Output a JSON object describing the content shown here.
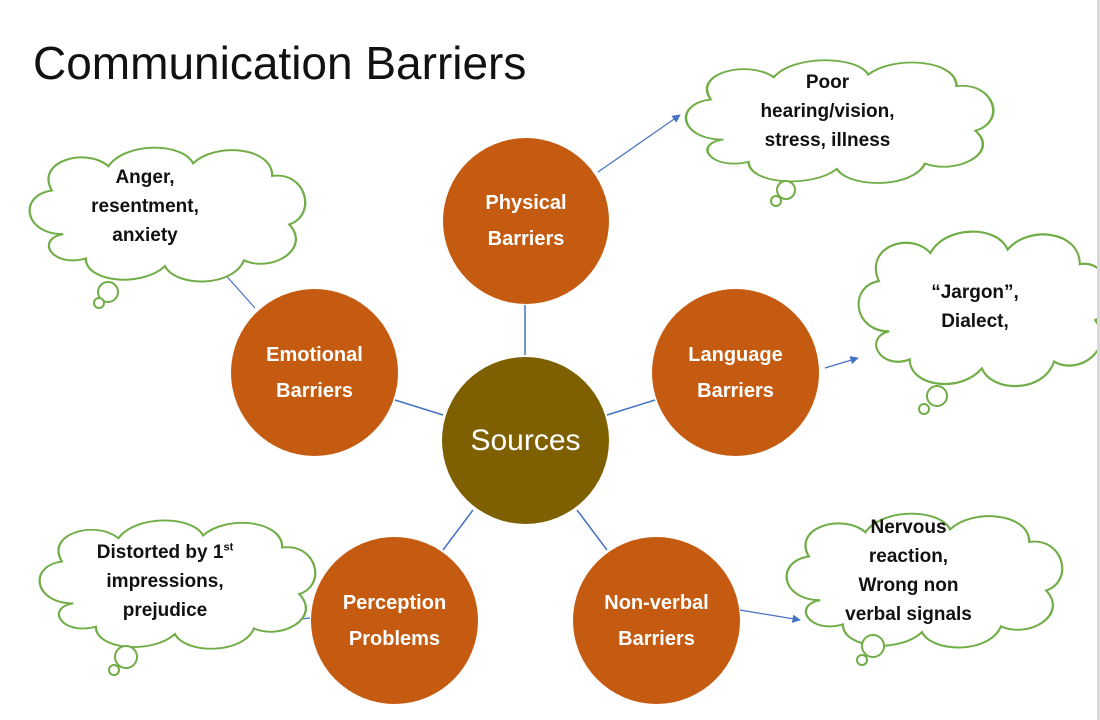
{
  "title": "Communication Barriers",
  "colors": {
    "barrier_fill": "#c55a11",
    "center_fill": "#7f6000",
    "cloud_stroke": "#70ad47",
    "connector": "#4472c4"
  },
  "center": {
    "label": "Sources"
  },
  "barriers": {
    "physical": {
      "line1": "Physical",
      "line2": "Barriers"
    },
    "language": {
      "line1": "Language",
      "line2": "Barriers"
    },
    "nonverbal": {
      "line1": "Non-verbal",
      "line2": "Barriers"
    },
    "perception": {
      "line1": "Perception",
      "line2": "Problems"
    },
    "emotional": {
      "line1": "Emotional",
      "line2": "Barriers"
    }
  },
  "clouds": {
    "physical": {
      "line1": "Poor",
      "line2": "hearing/vision,",
      "line3": "stress, illness"
    },
    "language": {
      "line1": "“Jargon”,",
      "line2": "Dialect,"
    },
    "nonverbal": {
      "line1": "Nervous",
      "line2": "reaction,",
      "line3": "Wrong non",
      "line4": "verbal signals"
    },
    "perception": {
      "line1": "Distorted by 1",
      "line1_sup": "st",
      "line2": "impressions,",
      "line3": "prejudice"
    },
    "emotional": {
      "line1": "Anger,",
      "line2": "resentment,",
      "line3": "anxiety"
    }
  }
}
